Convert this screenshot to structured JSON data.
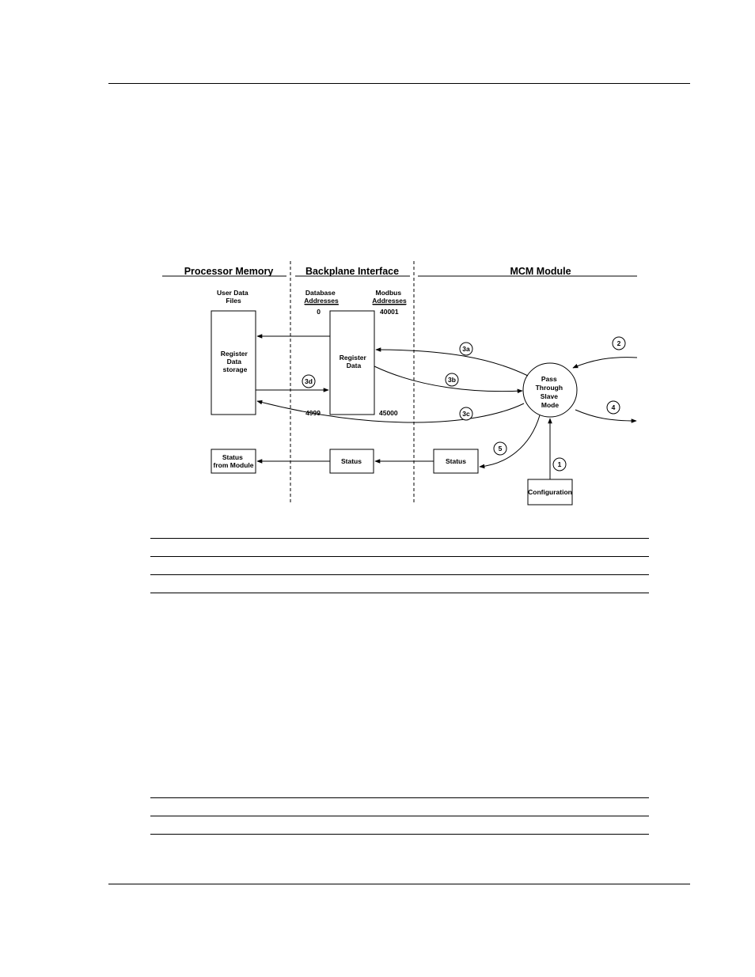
{
  "sections": {
    "processor_memory": "Processor Memory",
    "backplane_interface": "Backplane Interface",
    "mcm_module": "MCM Module"
  },
  "processor": {
    "user_data_files": [
      "User Data",
      "Files"
    ],
    "register_storage": [
      "Register",
      "Data",
      "storage"
    ],
    "status_from_module": [
      "Status",
      "from Module"
    ]
  },
  "backplane": {
    "database_addresses": [
      "Database",
      "Addresses"
    ],
    "modbus_addresses": [
      "Modbus",
      "Addresses"
    ],
    "db_start": "0",
    "db_end": "4999",
    "modbus_start": "40001",
    "modbus_end": "45000",
    "register_data": [
      "Register",
      "Data"
    ],
    "status": "Status"
  },
  "mcm": {
    "pass_through": [
      "Pass",
      "Through",
      "Slave",
      "Mode"
    ],
    "status": "Status",
    "configuration": "Configuration"
  },
  "steps": [
    "1",
    "2",
    "3a",
    "3b",
    "3c",
    "3d",
    "4",
    "5"
  ]
}
